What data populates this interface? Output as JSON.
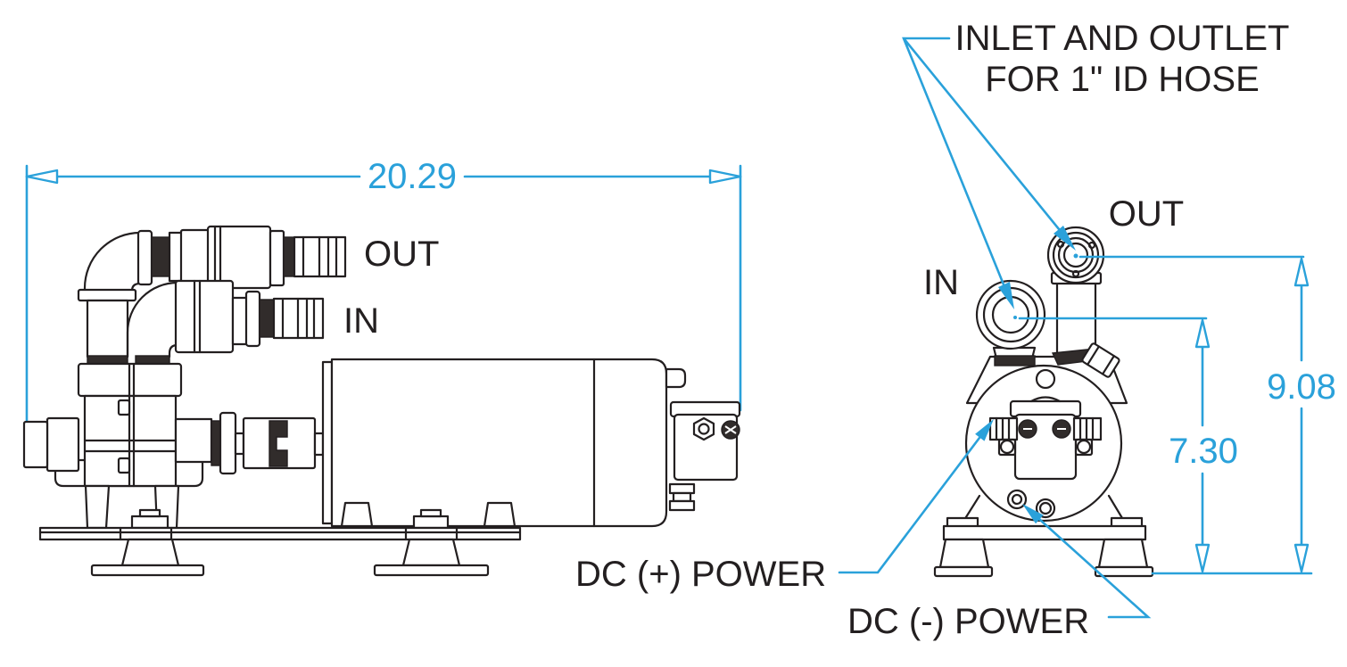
{
  "drawing": {
    "colors": {
      "line": "#231f20",
      "accent": "#2aa1da",
      "background": "#ffffff"
    },
    "side_view": {
      "width_dimension": "20.29",
      "out_label": "OUT",
      "in_label": "IN"
    },
    "front_view": {
      "inlet_outlet_note_line1": "INLET AND OUTLET",
      "inlet_outlet_note_line2": "FOR 1\" ID HOSE",
      "in_label": "IN",
      "out_label": "OUT",
      "overall_height_dimension": "9.08",
      "inlet_height_dimension": "7.30",
      "dc_positive_label": "DC (+) POWER",
      "dc_negative_label": "DC (-) POWER"
    }
  }
}
